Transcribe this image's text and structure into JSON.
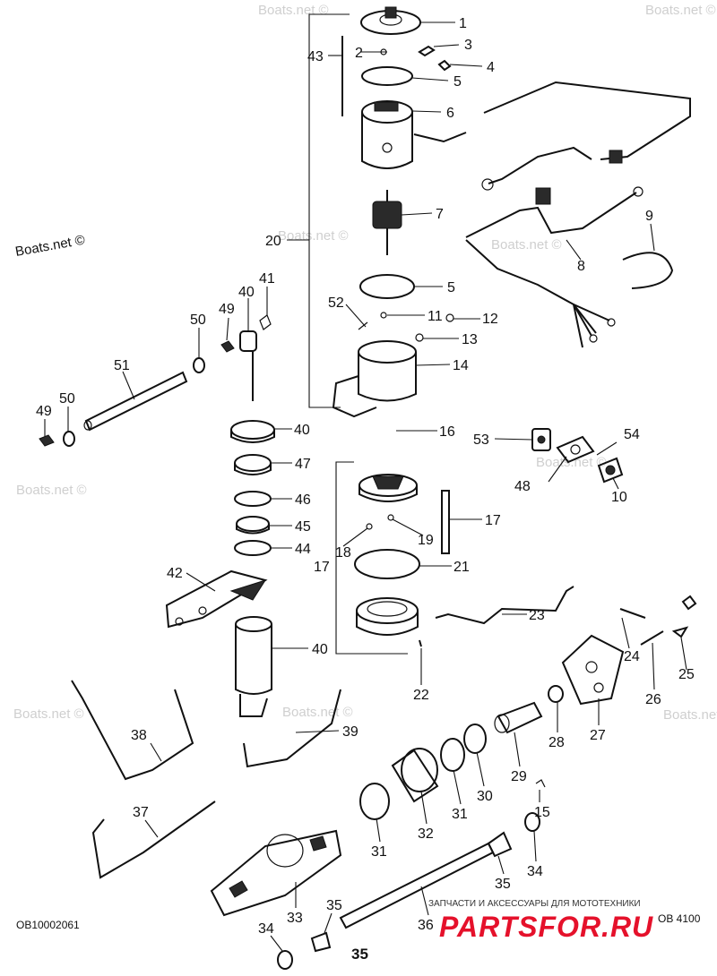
{
  "diagram": {
    "watermarks": [
      "Boats.net ©",
      "Boats.net ©",
      "Boats.net ©",
      "Boats.net ©",
      "Boats.net ©",
      "Boats.net ©",
      "Boats.net ©",
      "Boats.net ©",
      "Boats.net ©"
    ],
    "part_numbers": [
      "1",
      "2",
      "3",
      "4",
      "5",
      "6",
      "7",
      "5",
      "8",
      "9",
      "11",
      "12",
      "13",
      "14",
      "20",
      "43",
      "52",
      "40",
      "41",
      "49",
      "50",
      "51",
      "49",
      "50",
      "16",
      "53",
      "54",
      "48",
      "10",
      "40",
      "47",
      "46",
      "45",
      "44",
      "17",
      "17",
      "18",
      "19",
      "21",
      "42",
      "23",
      "24",
      "25",
      "22",
      "26",
      "27",
      "28",
      "40",
      "38",
      "39",
      "29",
      "30",
      "15",
      "37",
      "31",
      "32",
      "31",
      "33",
      "35",
      "34",
      "36",
      "35",
      "34"
    ],
    "doc_code_left": "OB10002061",
    "doc_code_right": "OB 4100",
    "page_number": "35",
    "advertiser": {
      "tagline": "ЗАПЧАСТИ И АКСЕССУАРЫ ДЛЯ МОТОТЕХНИКИ",
      "logo_text": "PARTSFOR.RU",
      "logo_color": "#e5112b"
    }
  }
}
